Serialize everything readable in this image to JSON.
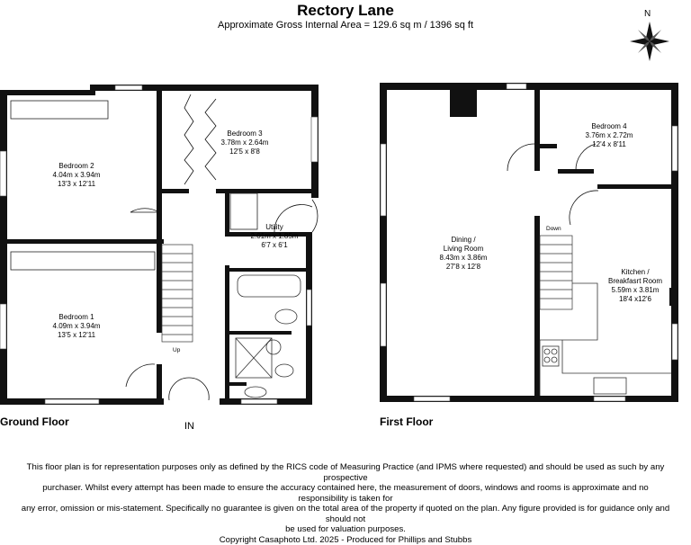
{
  "title": "Rectory Lane",
  "subtitle": "Approximate Gross Internal Area = 129.6 sq m / 1396 sq ft",
  "compass": "N",
  "ground_floor": {
    "label": "Ground Floor",
    "entrance": "IN",
    "stairs_label": "Up",
    "rooms": {
      "bedroom2": {
        "name": "Bedroom 2",
        "dim_m": "4.04m x 3.94m",
        "dim_ft": "13'3 x 12'11"
      },
      "bedroom3": {
        "name": "Bedroom 3",
        "dim_m": "3.78m x 2.64m",
        "dim_ft": "12'5 x 8'8"
      },
      "bedroom1": {
        "name": "Bedroom 1",
        "dim_m": "4.09m x 3.94m",
        "dim_ft": "13'5 x 12'11"
      },
      "utility": {
        "name": "Utility",
        "dim_m": "2.01m x 1.85m",
        "dim_ft": "6'7 x 6'1"
      }
    }
  },
  "first_floor": {
    "label": "First Floor",
    "stairs_label": "Down",
    "rooms": {
      "dining": {
        "name": "Dining /",
        "name2": "Living Room",
        "dim_m": "8.43m x 3.86m",
        "dim_ft": "27'8 x 12'8"
      },
      "bedroom4": {
        "name": "Bedroom 4",
        "dim_m": "3.76m x 2.72m",
        "dim_ft": "12'4 x 8'11"
      },
      "kitchen": {
        "name": "Kitchen /",
        "name2": "Breakfasrt Room",
        "dim_m": "5.59m x 3.81m",
        "dim_ft": "18'4 x12'6"
      }
    }
  },
  "disclaimer": {
    "line1": "This floor plan is for representation purposes only as defined by the RICS code of Measuring Practice (and IPMS where requested) and should be used as such by any prospective",
    "line2": "purchaser. Whilst every attempt has been made to ensure the accuracy contained here, the measurement of doors, windows and rooms is approximate and no responsibility is taken for",
    "line3": "any error, omission or mis-statement. Specifically no guarantee is given on the total area of the property if quoted on the plan. Any figure provided is for guidance only and should not",
    "line4": "be used for valuation purposes.",
    "copyright": "Copyright Casaphoto Ltd. 2025 - Produced for Phillips and Stubbs"
  }
}
